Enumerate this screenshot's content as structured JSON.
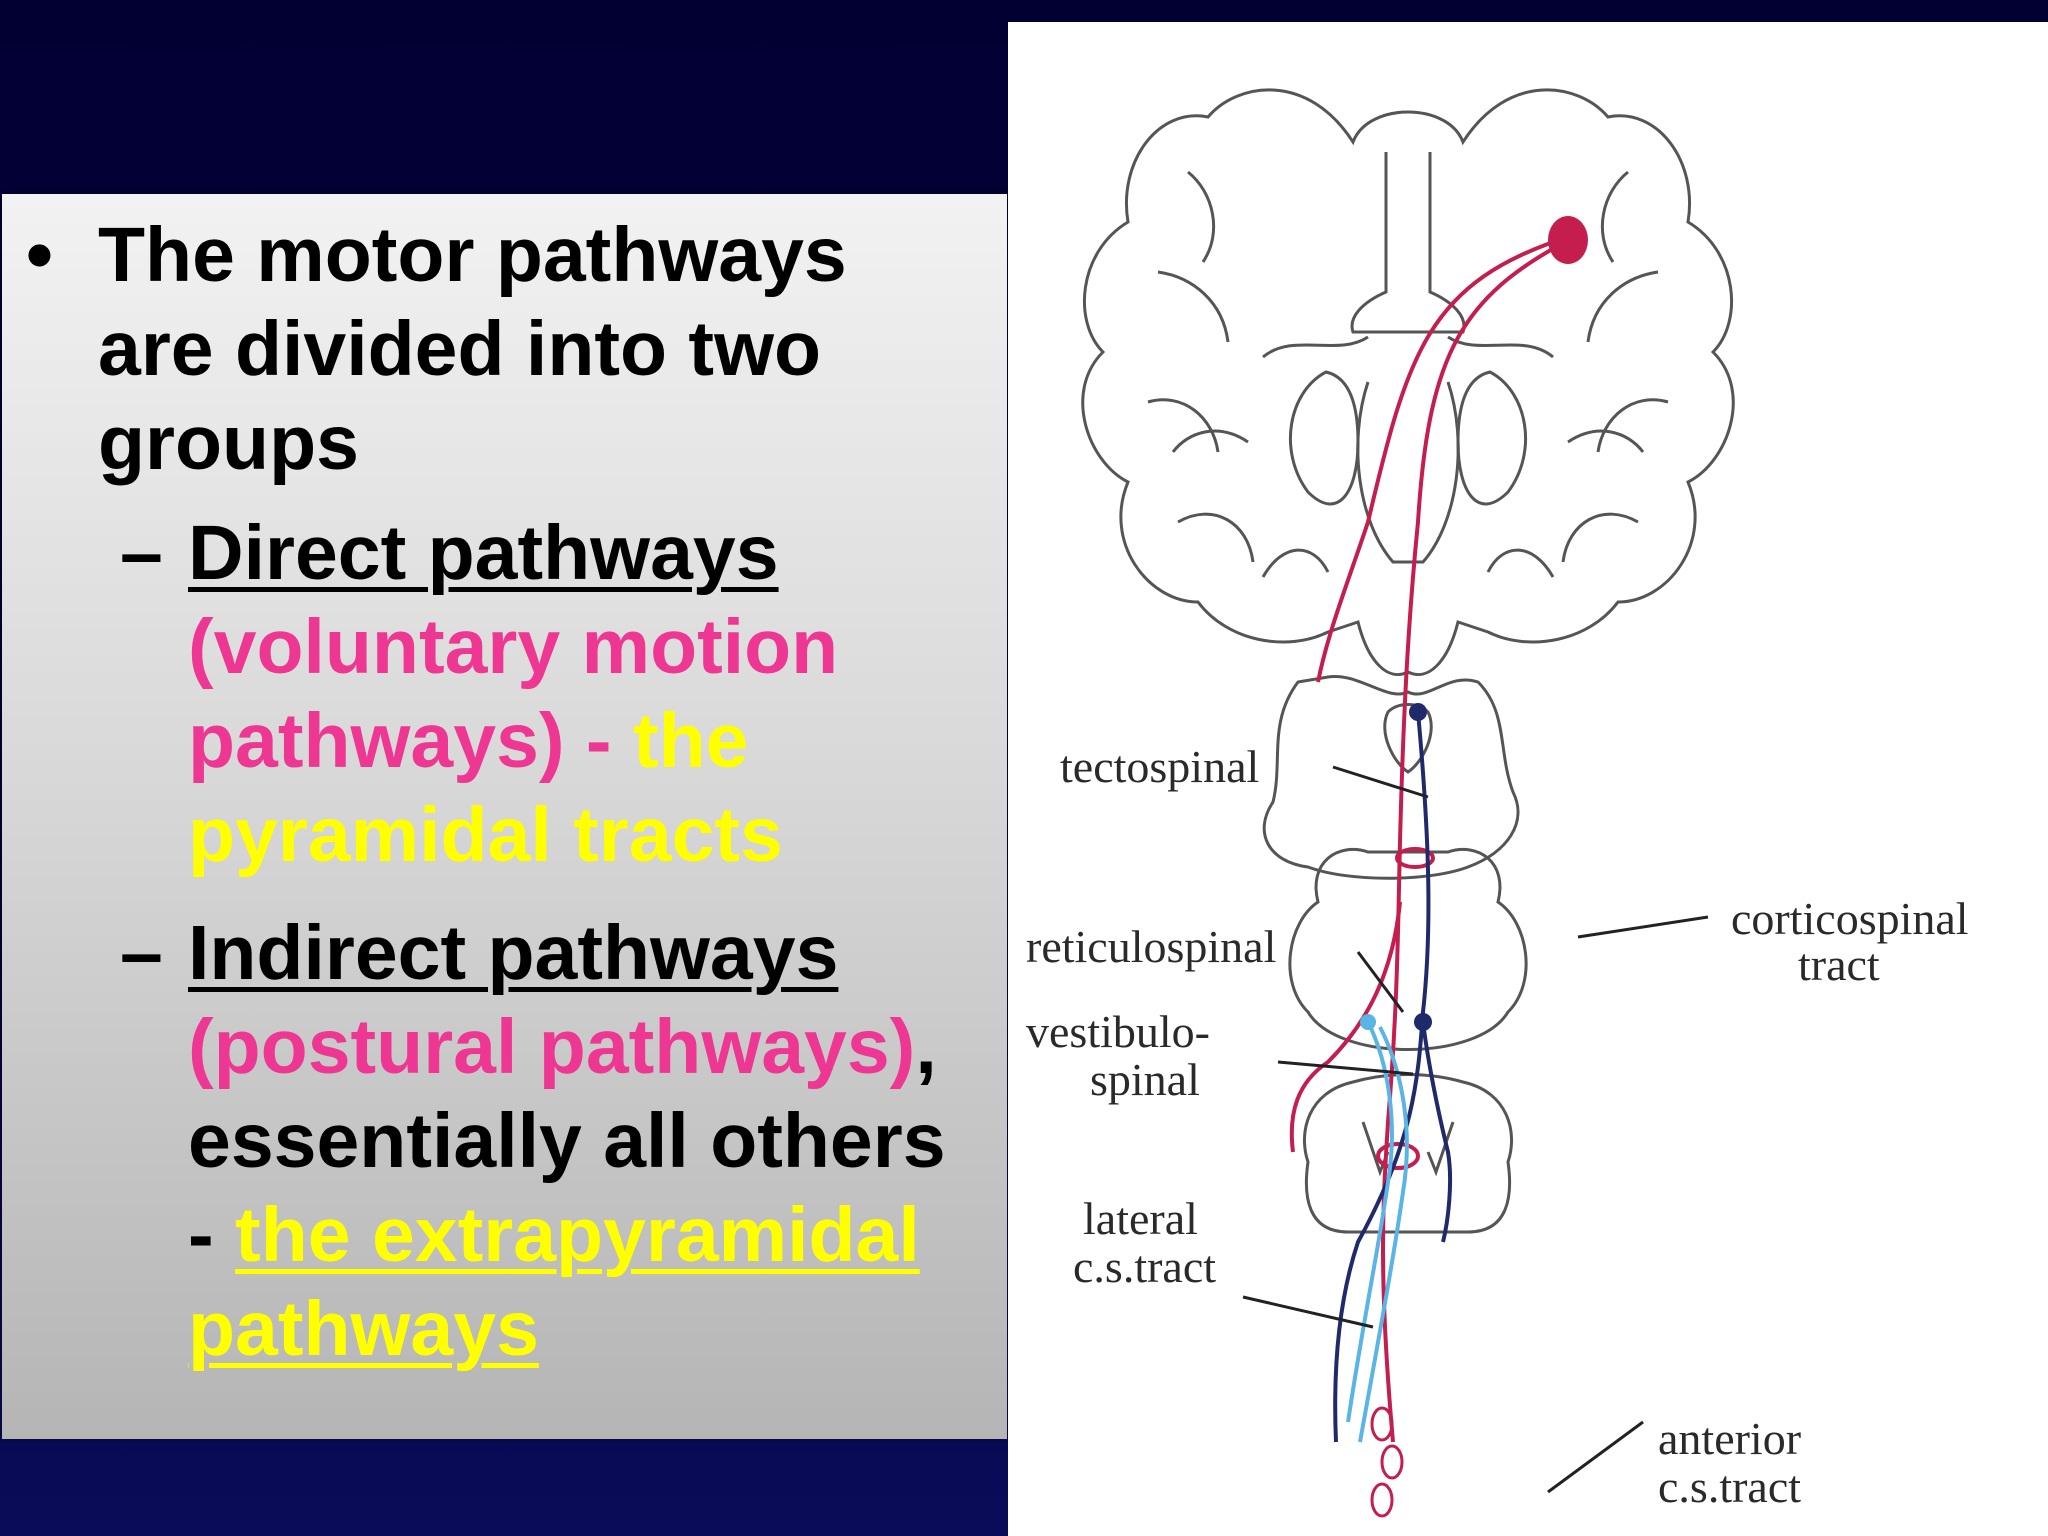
{
  "slide": {
    "bullet_symbol": "•",
    "dash_symbol": "–",
    "main_point": "The motor pathways are divided into two groups",
    "direct": {
      "heading": "Direct pathways",
      "detail_pink": "(voluntary motion pathways) -",
      "detail_yellow": " the pyramidal tracts"
    },
    "indirect": {
      "heading": "Indirect pathways",
      "detail_pink": "(postural pathways)",
      "comma": ",",
      "detail_black": " essentially all others - ",
      "detail_yellow": "the extrapyramidal pathways"
    }
  },
  "diagram_labels": {
    "tectospinal": "tectospinal",
    "reticulospinal": "reticulospinal",
    "vestibulo_line1": "vestibulo-",
    "vestibulo_line2": "spinal",
    "lateral_line1": "lateral",
    "lateral_line2": "c.s.tract",
    "corticospinal_line1": "corticospinal",
    "corticospinal_line2": "tract",
    "anterior_line1": "anterior",
    "anterior_line2": "c.s.tract"
  },
  "colors": {
    "background": "#02002e",
    "pink_text": "#ee3793",
    "yellow_text": "#ffff00",
    "corticospinal_tract": "#c41e4e",
    "tectospinal_tract": "#1f2a6b",
    "vestibulospinal_tract": "#5ab4e6"
  }
}
